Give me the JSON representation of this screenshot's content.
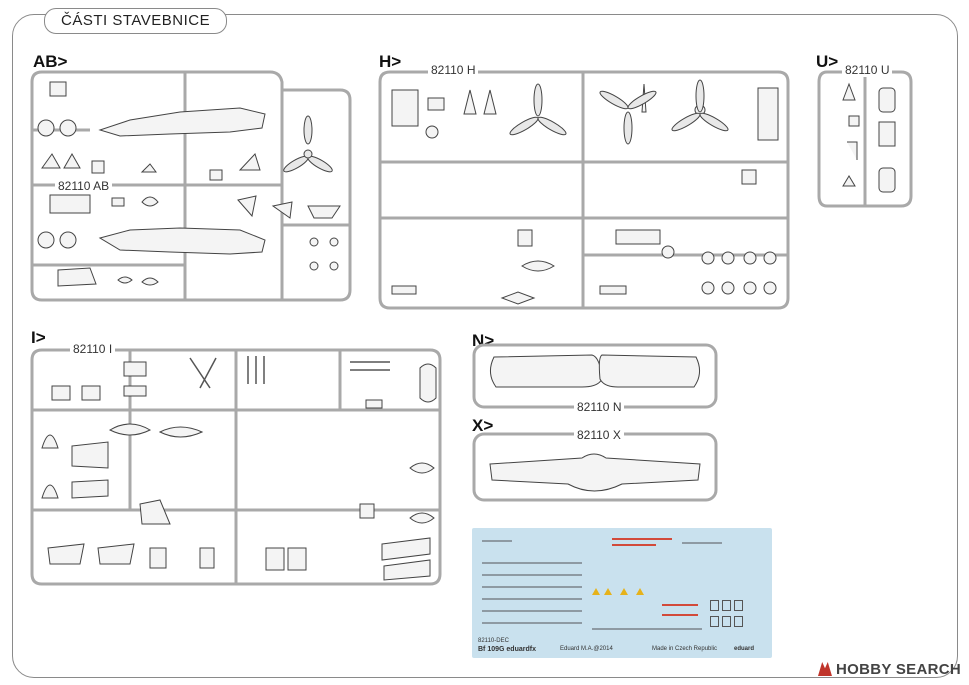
{
  "page": {
    "title": "ČÁSTI STAVEBNICE"
  },
  "sprues": {
    "ab": {
      "label": "AB>",
      "code": "82110 AB"
    },
    "h": {
      "label": "H>",
      "code": "82110 H"
    },
    "u": {
      "label": "U>",
      "code": "82110 U"
    },
    "i": {
      "label": "I>",
      "code": "82110 I"
    },
    "n": {
      "label": "N>",
      "code": "82110 N"
    },
    "x": {
      "label": "X>",
      "code": "82110 X"
    }
  },
  "decal_sheet": {
    "product_code": "82110-DEC",
    "kit_name": "Bf 109G eduardfx",
    "copyright": "Eduard M.A.@2014",
    "made_in": "Made in Czech Republic",
    "brand": "eduard"
  },
  "watermark": {
    "text": "HOBBY SEARCH"
  },
  "colors": {
    "frame": "#8a8a8a",
    "sprue": "#a9a9a9",
    "decal_bg": "#c9e1ee",
    "watermark": "#c0352b"
  }
}
